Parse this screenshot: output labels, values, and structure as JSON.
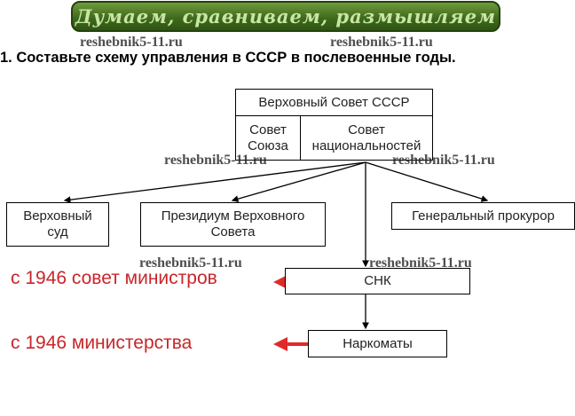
{
  "banner": {
    "title": "Думаем, сравниваем, размышляем"
  },
  "watermark": "reshebnik5-11.ru",
  "question": "1. Составьте схему управления в СССР в послевоенные годы.",
  "diagram": {
    "top": "Верховный Совет СССР",
    "chamber1": "Совет Союза",
    "chamber2": "Совет национальностей",
    "court": "Верховный суд",
    "presidium": "Президиум Верховного Совета",
    "prosecutor": "Генеральный прокурор",
    "snk": "СНК",
    "narkomats": "Наркоматы"
  },
  "notes": {
    "snk_note": "с 1946 совет министров",
    "narkomats_note": "с 1946 министерства"
  },
  "colors": {
    "accent_red": "#c8262a",
    "banner_green": "#3f6b1c"
  }
}
